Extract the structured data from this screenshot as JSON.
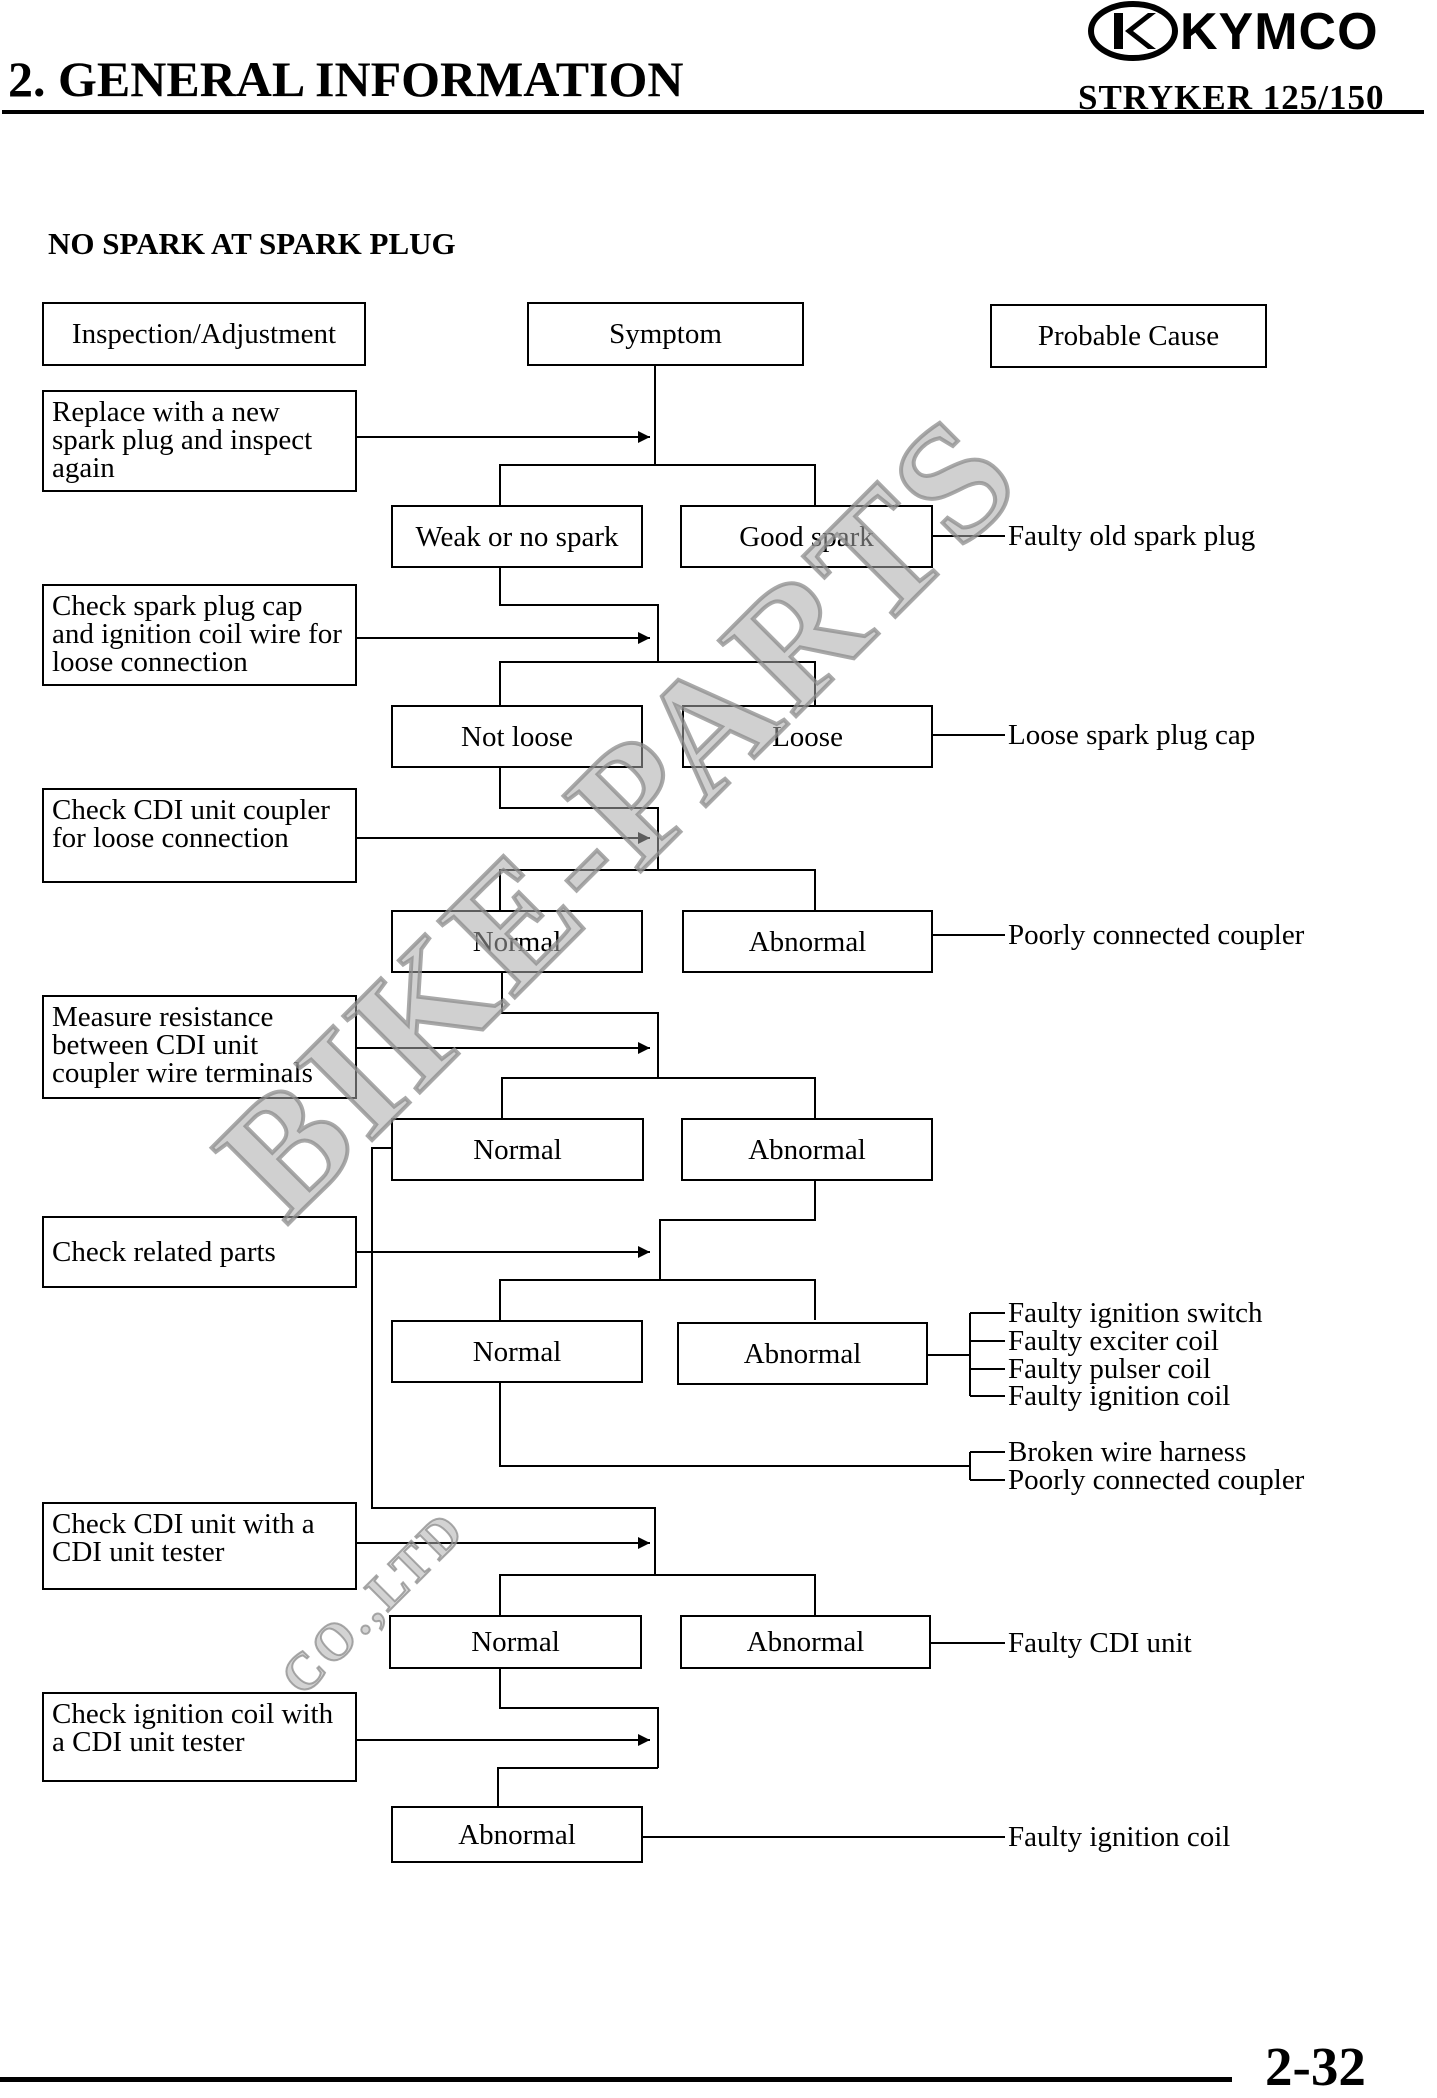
{
  "header": {
    "title": "2. GENERAL INFORMATION",
    "model": "STRYKER 125/150",
    "brand": "KYMCO"
  },
  "section_title": "NO SPARK AT SPARK PLUG",
  "columns": {
    "inspection": "Inspection/Adjustment",
    "symptom": "Symptom",
    "cause": "Probable Cause"
  },
  "inspections": [
    "Replace with a new spark plug and inspect again",
    "Check spark plug cap and ignition coil wire for loose connection",
    "Check CDI unit coupler for loose connection",
    "Measure resistance between CDI unit coupler wire terminals",
    "Check related parts",
    "Check CDI unit with a CDI unit tester",
    "Check ignition coil with a CDI unit tester"
  ],
  "symptoms": [
    "Weak or no spark",
    "Good spark",
    "Not loose",
    "Loose",
    "Normal",
    "Abnormal",
    "Normal",
    "Abnormal",
    "Normal",
    "Abnormal",
    "Normal",
    "Abnormal",
    "Abnormal"
  ],
  "causes": [
    "Faulty old spark plug",
    "Loose spark plug cap",
    "Poorly connected coupler",
    "Faulty ignition switch",
    "Faulty exciter coil",
    "Faulty pulser coil",
    "Faulty ignition coil",
    "Broken wire harness",
    "Poorly connected coupler",
    "Faulty CDI unit",
    "Faulty ignition coil"
  ],
  "watermark": "BIKE-PARTS",
  "watermark_sub": "CO.,LTD",
  "footer": {
    "page": "2-32"
  }
}
